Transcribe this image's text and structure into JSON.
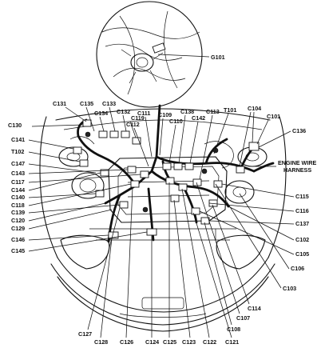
{
  "diagram": {
    "ground_label": "G101",
    "harness_label_line1": "ENGINE WIRE",
    "harness_label_line2": "HARNESS",
    "top_labels": [
      "C131",
      "C135",
      "C134",
      "C133",
      "C132",
      "C119",
      "C111",
      "C112",
      "C109",
      "C110",
      "C138",
      "C142",
      "C113",
      "T101",
      "C104",
      "C101"
    ],
    "left_labels": [
      "C130",
      "C141",
      "T102",
      "C147",
      "C143",
      "C117",
      "C144",
      "C140",
      "C118",
      "C139",
      "C120",
      "C129",
      "C146",
      "C145"
    ],
    "right_labels": [
      "C136",
      "C115",
      "C116",
      "C137",
      "C102",
      "C105",
      "C106",
      "C103"
    ],
    "bottom_labels": [
      "C127",
      "C128",
      "C126",
      "C124",
      "C125",
      "C123",
      "C122",
      "C121",
      "C108",
      "C107",
      "C114"
    ]
  }
}
